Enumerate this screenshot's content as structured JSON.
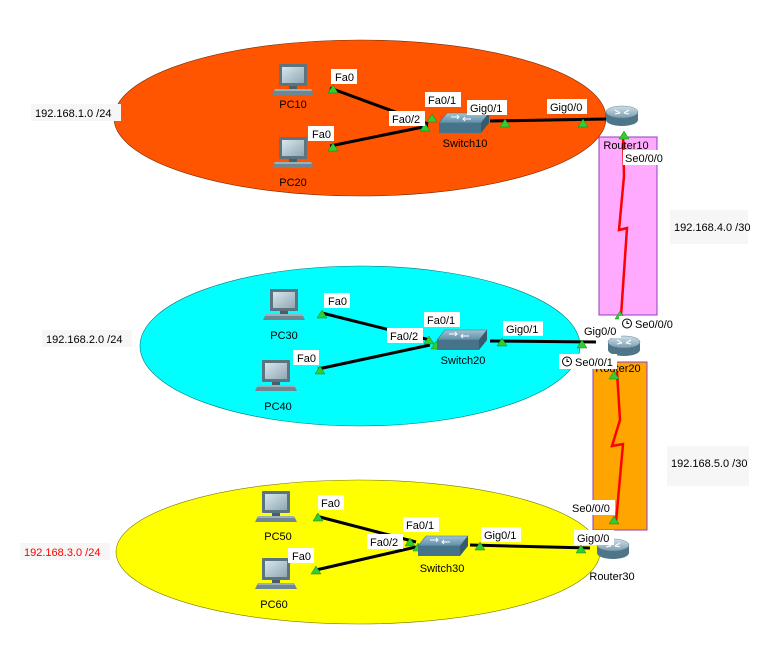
{
  "colors": {
    "orange_zone": "#ff5500",
    "cyan_zone": "#00ffff",
    "yellow_zone": "#ffff00",
    "wan1_zone": "#ffaaff",
    "wan2_zone": "#ffa500",
    "serial_link": "#ff0000",
    "ethernet_link": "#000000",
    "port_marker": "#33cc33",
    "highlight_text": "#ff0000"
  },
  "networks": {
    "lan1": {
      "label": "192.168.1.0 /24",
      "color": "#000000"
    },
    "lan2": {
      "label": "192.168.2.0 /24",
      "color": "#000000"
    },
    "lan3": {
      "label": "192.168.3.0 /24",
      "color": "#ff0000"
    },
    "wan1": {
      "label": "192.168.4.0 /30",
      "color": "#000000"
    },
    "wan2": {
      "label": "192.168.5.0 /30",
      "color": "#000000"
    }
  },
  "devices": {
    "pc10": "PC10",
    "pc20": "PC20",
    "pc30": "PC30",
    "pc40": "PC40",
    "pc50": "PC50",
    "pc60": "PC60",
    "switch10": "Switch10",
    "switch20": "Switch20",
    "switch30": "Switch30",
    "router10": "Router10",
    "router20": "Router20",
    "router30": "Router30"
  },
  "ports": {
    "fa0": "Fa0",
    "fa01": "Fa0/1",
    "fa02": "Fa0/2",
    "gig01": "Gig0/1",
    "gig00": "Gig0/0",
    "se000": "Se0/0/0",
    "se001": "Se0/0/1"
  },
  "icons": {
    "pc": "pc-icon",
    "switch": "switch-icon",
    "router": "router-icon",
    "clock": "clock-icon"
  }
}
